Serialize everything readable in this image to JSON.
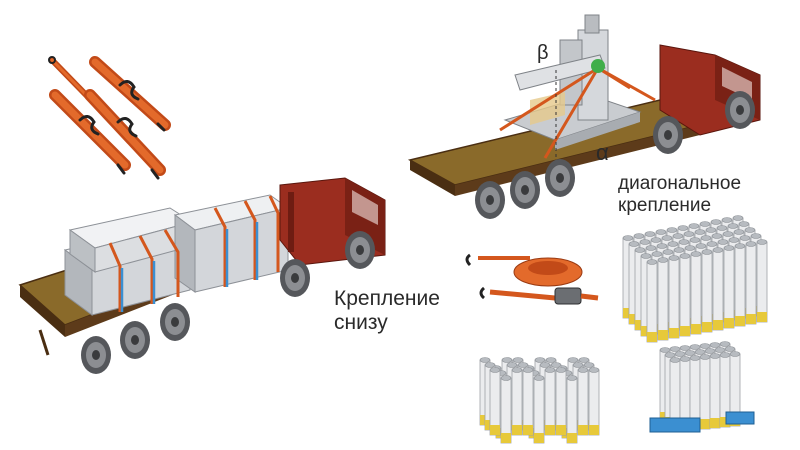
{
  "labels": {
    "diagonal_line1": "диагональное",
    "diagonal_line2": "крепление",
    "bottom_line1": "Крепление",
    "bottom_line2": "снизу",
    "beta": "β",
    "alpha": "α"
  },
  "colors": {
    "cab": "#9b2d1f",
    "cab_dark": "#6e1c12",
    "deck": "#8a6a2a",
    "deck_side": "#5d3b1a",
    "strap": "#d4571d",
    "crate": "#d8dadd",
    "crate_dark": "#aeb2b7",
    "wheel": "#7e8084",
    "yellow": "#e7c93a",
    "blue": "#3b8fd1",
    "green": "#3fae4a"
  },
  "icons": [
    "ratchet-strap-icon",
    "strap-roll-icon",
    "ratchet-hook-icon"
  ]
}
